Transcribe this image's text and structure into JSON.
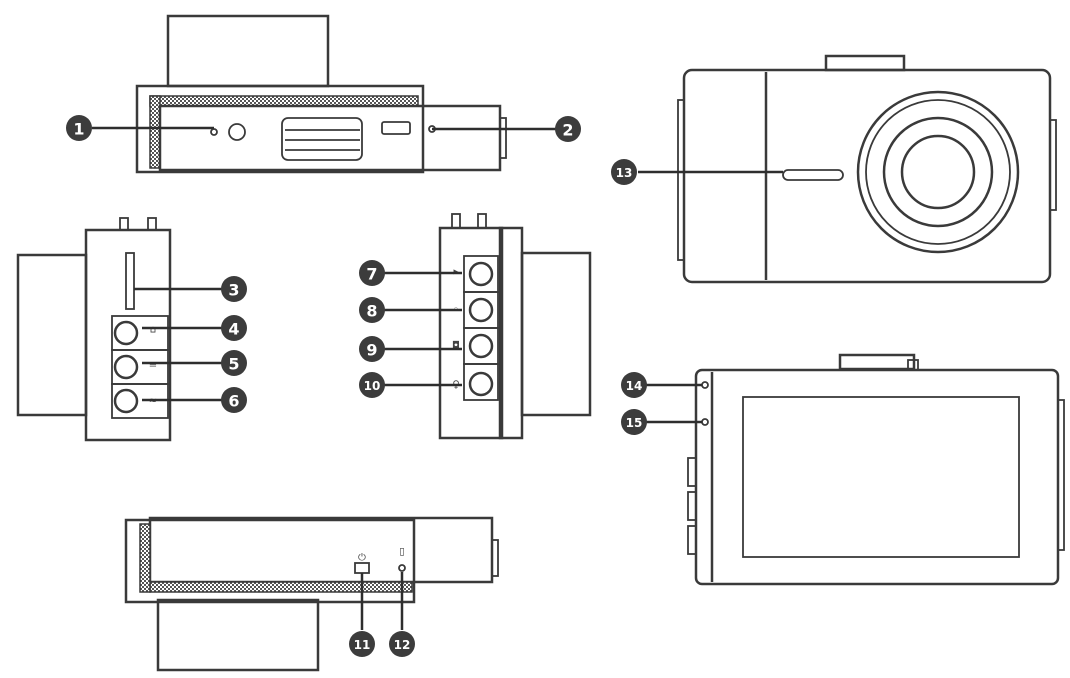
{
  "callouts": [
    {
      "id": "1",
      "label": "1"
    },
    {
      "id": "2",
      "label": "2"
    },
    {
      "id": "3",
      "label": "3"
    },
    {
      "id": "4",
      "label": "4"
    },
    {
      "id": "5",
      "label": "5"
    },
    {
      "id": "6",
      "label": "6"
    },
    {
      "id": "7",
      "label": "7"
    },
    {
      "id": "8",
      "label": "8"
    },
    {
      "id": "9",
      "label": "9"
    },
    {
      "id": "10",
      "label": "10"
    },
    {
      "id": "11",
      "label": "11"
    },
    {
      "id": "12",
      "label": "12"
    },
    {
      "id": "13",
      "label": "13"
    },
    {
      "id": "14",
      "label": "14"
    },
    {
      "id": "15",
      "label": "15"
    }
  ],
  "colors": {
    "line": "#3a3a3a",
    "badge": "#3c3c3c",
    "badge_text": "#ffffff"
  },
  "icons": {
    "button_4": "home-icon",
    "button_5": "menu-icon",
    "button_6": "wifi-icon",
    "button_7": "mode-icon",
    "button_8": "ok-icon",
    "button_9": "camera-icon",
    "button_10": "mic-icon",
    "port_11": "power-icon",
    "port_12": "reset-icon"
  }
}
